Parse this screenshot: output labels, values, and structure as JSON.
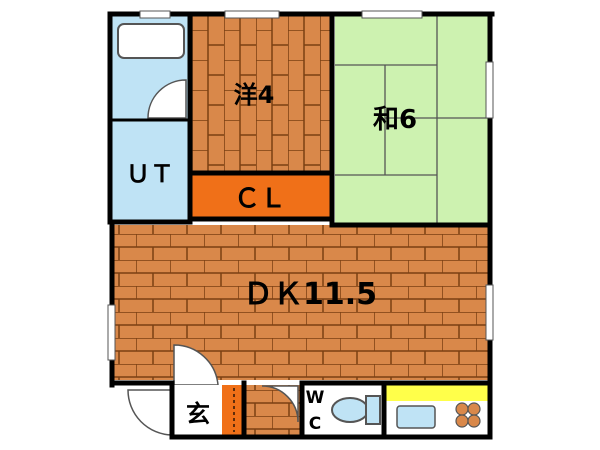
{
  "rooms": {
    "western": "洋4",
    "japanese": "和6",
    "closet": "ＣＬ",
    "unit_bath": "ＵＴ",
    "dining_kitchen": "ＤＫ11.5",
    "entrance": "玄",
    "toilet_top": "W",
    "toilet_bottom": "C"
  },
  "colors": {
    "wood_floor": "#d9884a",
    "wood_line": "#7a3f12",
    "tatami": "#cdf2b0",
    "closet": "#f07018",
    "bath": "#bfe3f5",
    "kitchen_counter": "#ffff4a",
    "wall": "#000000"
  }
}
